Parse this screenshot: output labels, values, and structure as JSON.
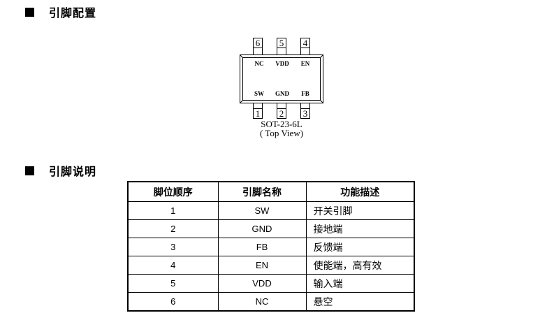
{
  "sections": {
    "pin_config": {
      "title": "引脚配置"
    },
    "pin_desc": {
      "title": "引脚说明"
    }
  },
  "package": {
    "name": "SOT-23-6L",
    "view_label": "( Top View)",
    "top_pins": [
      {
        "num": "6",
        "label": "NC"
      },
      {
        "num": "5",
        "label": "VDD"
      },
      {
        "num": "4",
        "label": "EN"
      }
    ],
    "bottom_pins": [
      {
        "num": "1",
        "label": "SW"
      },
      {
        "num": "2",
        "label": "GND"
      },
      {
        "num": "3",
        "label": "FB"
      }
    ]
  },
  "pin_table": {
    "headers": [
      "脚位顺序",
      "引脚名称",
      "功能描述"
    ],
    "rows": [
      {
        "order": "1",
        "name": "SW",
        "description": "开关引脚"
      },
      {
        "order": "2",
        "name": "GND",
        "description": "接地端"
      },
      {
        "order": "3",
        "name": "FB",
        "description": "反馈端"
      },
      {
        "order": "4",
        "name": "EN",
        "description": "使能端，高有效"
      },
      {
        "order": "5",
        "name": "VDD",
        "description": "输入端"
      },
      {
        "order": "6",
        "name": "NC",
        "description": "悬空"
      }
    ]
  },
  "colors": {
    "text": "#000000",
    "border": "#000000",
    "background": "#ffffff"
  }
}
